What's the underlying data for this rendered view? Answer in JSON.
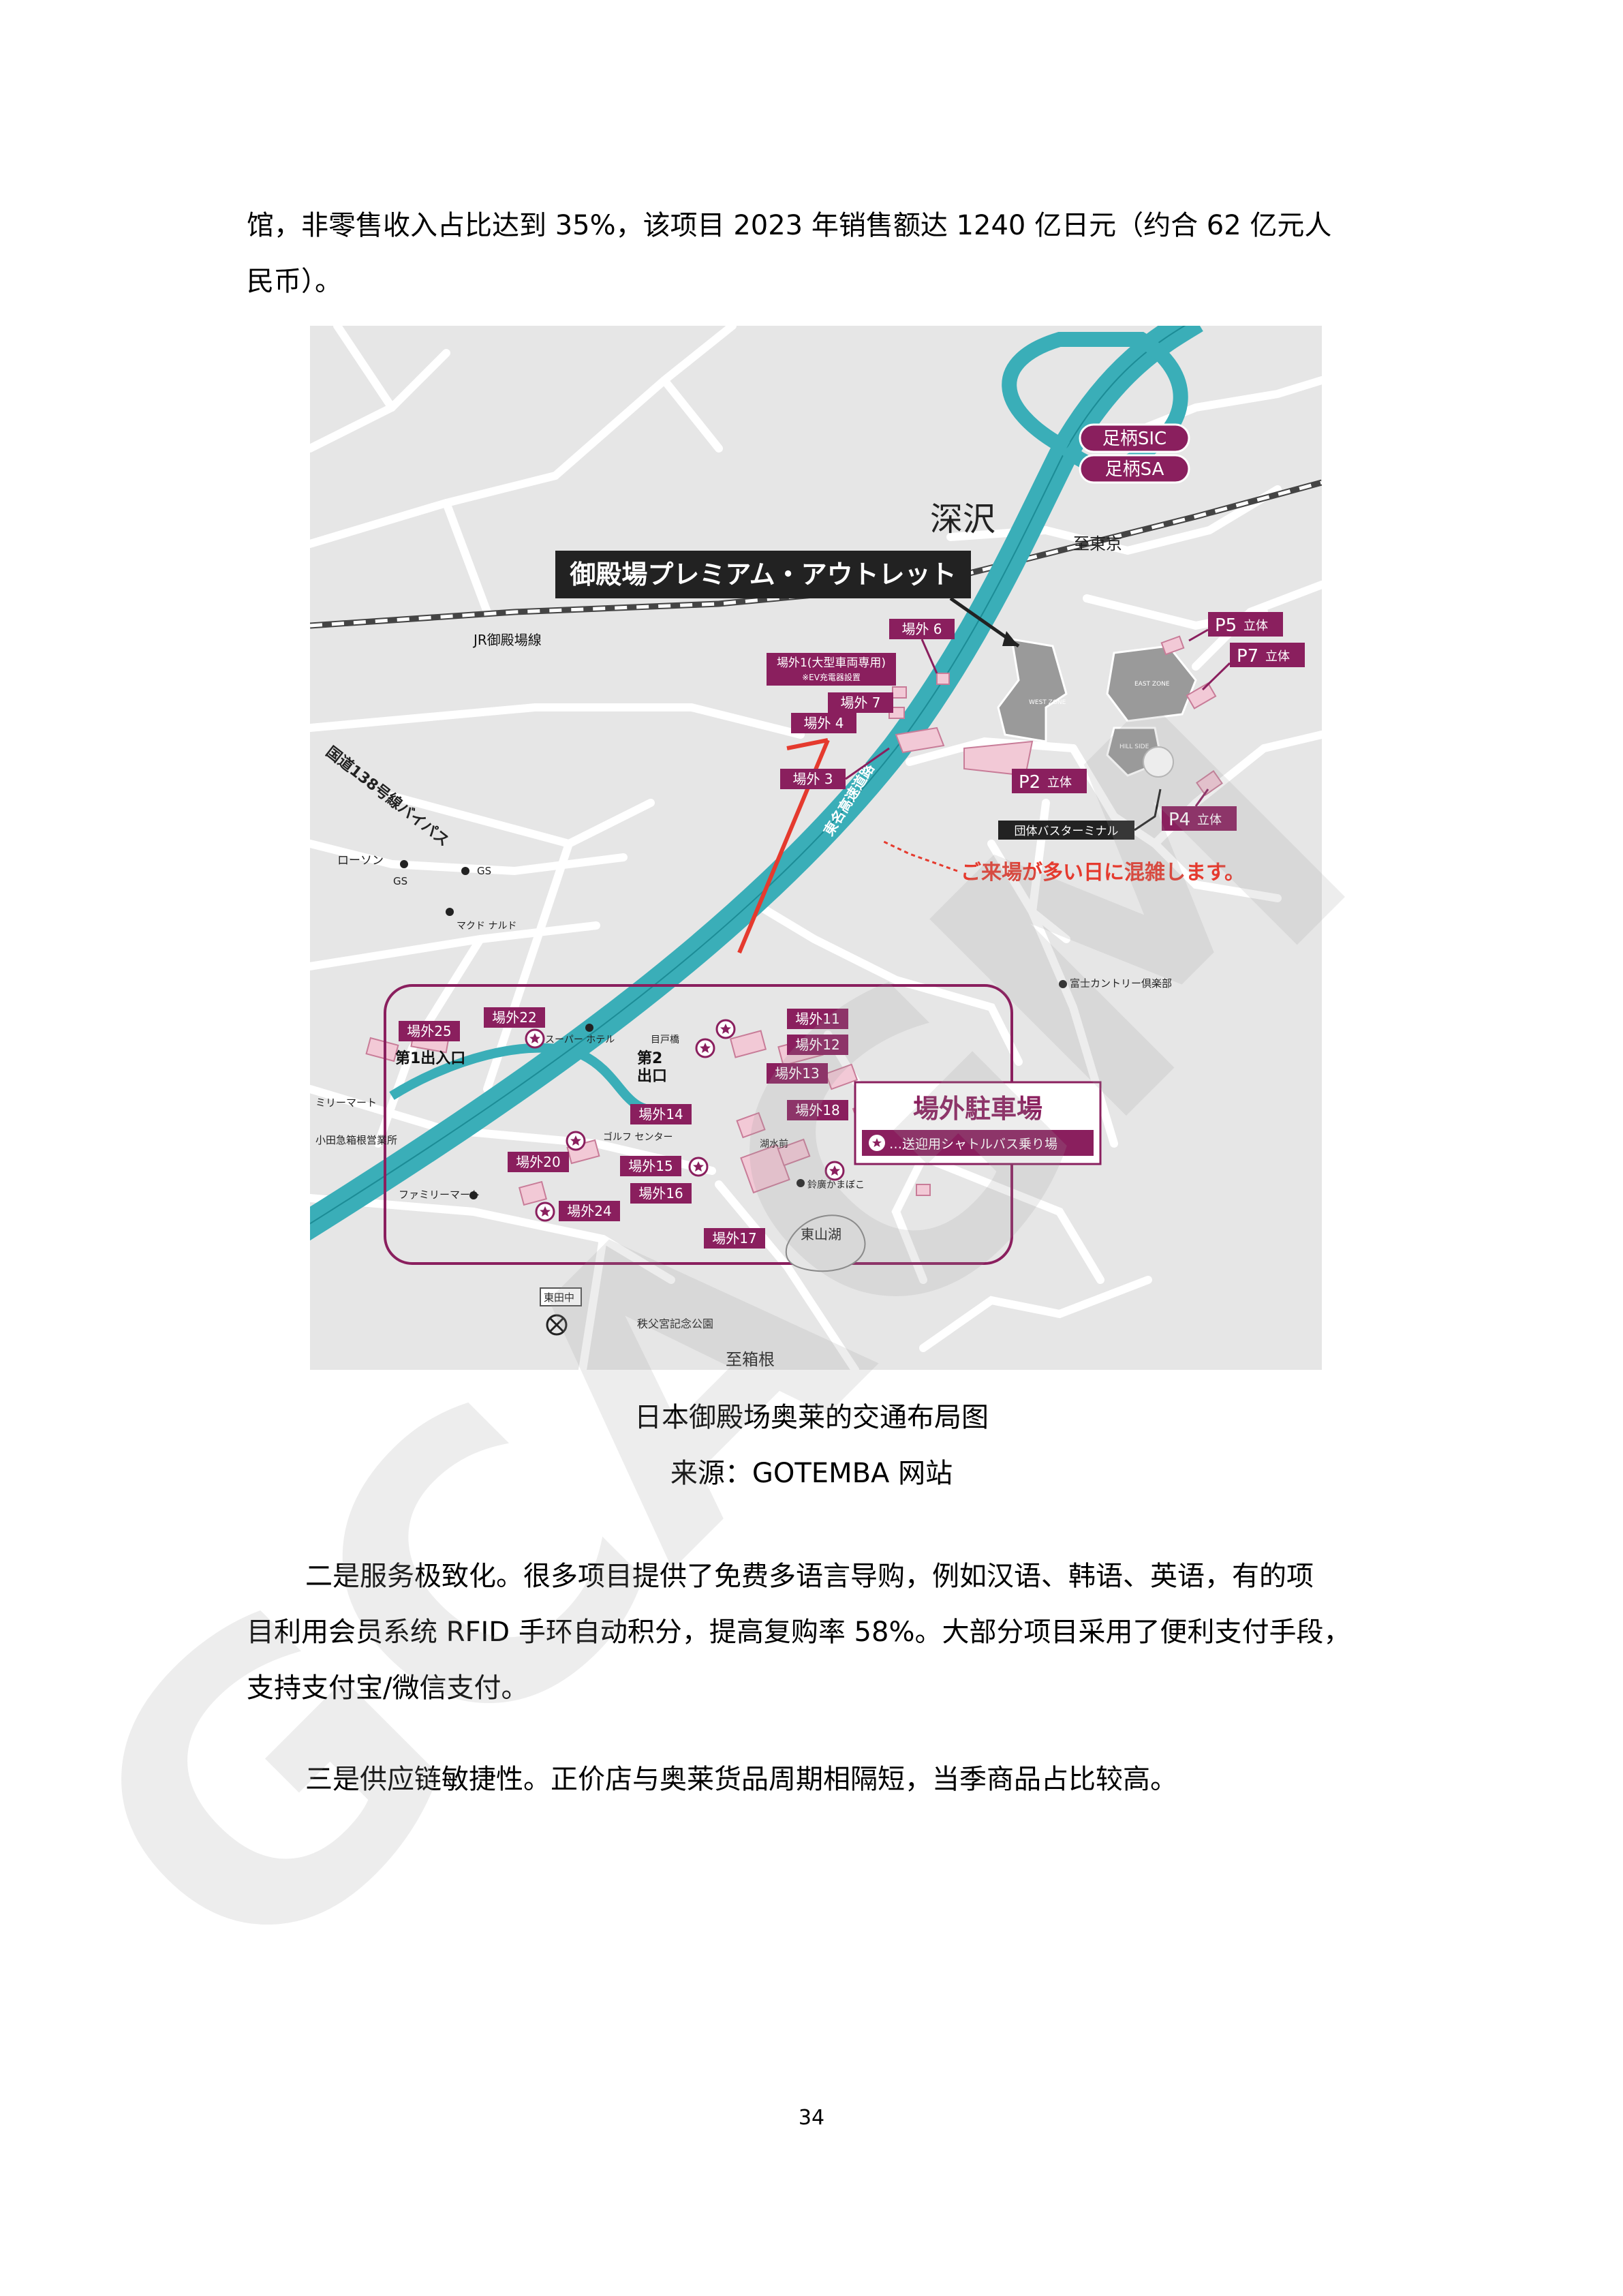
{
  "paragraphs": {
    "p1_line1": "馆，非零售收入占比达到 35%，该项目 2023 年销售额达 1240 亿日元（约合 62 亿元人",
    "p1_line2": "民币）。",
    "p2_line1": "二是服务极致化。很多项目提供了免费多语言导购，例如汉语、韩语、英语，有的项",
    "p2_line2": "目利用会员系统 RFID 手环自动积分，提高复购率 58%。大部分项目采用了便利支付手段，",
    "p2_line3": "支持支付宝/微信支付。",
    "p3_line1": "三是供应链敏捷性。正价店与奥莱货品周期相隔短，当季商品占比较高。"
  },
  "figure": {
    "caption": "日本御殿场奥莱的交通布局图",
    "source": "来源：GOTEMBA 网站"
  },
  "map": {
    "title": "御殿場プレミアム・アウトレット",
    "area_fukasawa": "深沢",
    "to_tokyo": "至東京",
    "to_hakone": "至箱根",
    "ashigara_sic": "足柄SIC",
    "ashigara_sa": "足柄SA",
    "jr_line": "JR御殿場線",
    "route138": "国道138号線バイパス",
    "expressway": "東名高速道路",
    "p5": "P5",
    "p7": "P7",
    "p2": "P2",
    "p4": "P4",
    "rittai": "立体",
    "bus_terminal": "団体バスターミナル",
    "crowded_note": "ご来場が多い日に混雑します。",
    "lot1": "場外1(大型車両専用)",
    "lot1_sub": "※EV充電器設置",
    "lot3": "場外 3",
    "lot4": "場外 4",
    "lot6": "場外 6",
    "lot7": "場外 7",
    "lot11": "場外11",
    "lot12": "場外12",
    "lot13": "場外13",
    "lot14": "場外14",
    "lot15": "場外15",
    "lot16": "場外16",
    "lot17": "場外17",
    "lot18": "場外18",
    "lot20": "場外20",
    "lot22": "場外22",
    "lot24": "場外24",
    "lot25": "場外25",
    "exit1": "第1出入口",
    "exit2_a": "第2",
    "exit2_b": "出口",
    "legend_title": "場外駐車場",
    "legend_shuttle": "…送迎用シャトルバス乗り場",
    "west_zone": "WEST ZONE",
    "east_zone": "EAST ZONE",
    "hill_side": "HILL SIDE",
    "lawson": "ローソン",
    "gs1": "GS",
    "gs2": "GS",
    "mcd": "マクド ナルド",
    "super_hotel": "スーパー ホテル",
    "golf_center": "ゴルフ センター",
    "familymart1": "ミリーマート",
    "familymart2": "ファミリーマート",
    "odakyu": "小田急箱根営業所",
    "fuji_club": "富士カントリー倶楽部",
    "higashiyama": "東山湖",
    "higashida": "東田中",
    "chichibu": "秩父宮記念公園",
    "kamaboko": "鈴廣かまぼこ",
    "mejirobashi": "目戸橋",
    "kosuimae": "湖水前",
    "colors": {
      "expressway": "#3aaeb8",
      "magenta": "#8a1f5e",
      "lot_fill": "#f2c9d6",
      "red": "#e53a2e"
    }
  },
  "watermark": "GCAGM",
  "page_number": "34"
}
